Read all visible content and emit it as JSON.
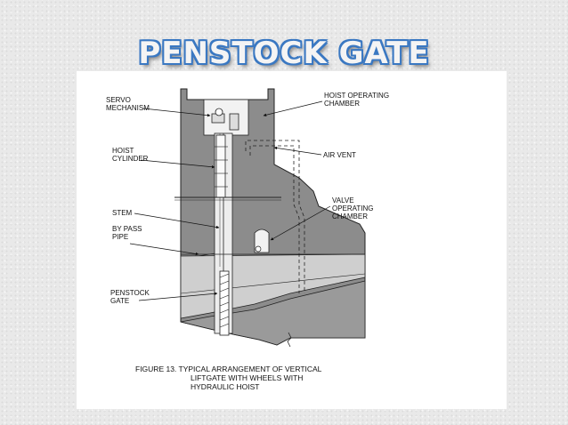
{
  "title": "PENSTOCK GATE",
  "labels": {
    "servo": [
      "SERVO",
      "MECHANISM"
    ],
    "hoist_chamber": [
      "HOIST OPERATING",
      "CHAMBER"
    ],
    "hoist_cylinder": [
      "HOIST",
      "CYLINDER"
    ],
    "air_vent": "AIR VENT",
    "stem": "STEM",
    "valve_chamber": [
      "VALVE",
      "OPERATING",
      "CHAMBER"
    ],
    "bypass": [
      "BY PASS",
      "PIPE"
    ],
    "penstock_gate": [
      "PENSTOCK",
      "GATE"
    ]
  },
  "caption": [
    "FIGURE 13.  TYPICAL ARRANGEMENT OF VERTICAL",
    "LIFTGATE WITH WHEELS WITH",
    "HYDRAULIC HOIST"
  ]
}
